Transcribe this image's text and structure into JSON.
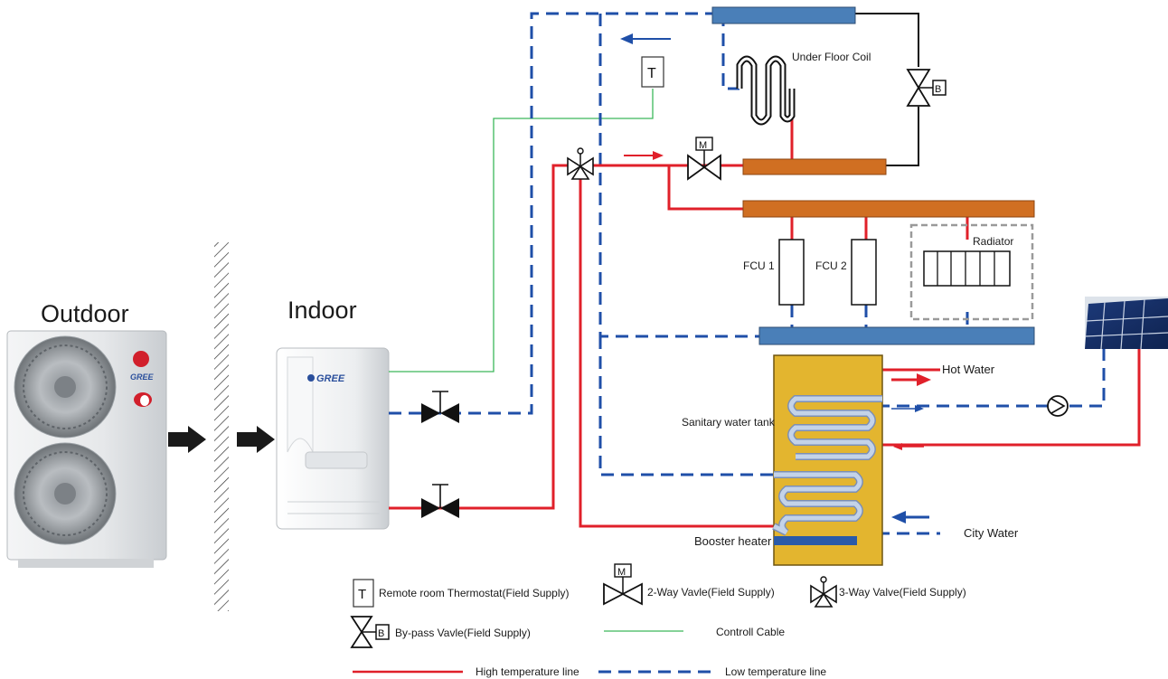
{
  "labels": {
    "outdoor": "Outdoor",
    "indoor": "Indoor",
    "under_floor_coil": "Under Floor Coil",
    "fcu1": "FCU 1",
    "fcu2": "FCU 2",
    "radiator": "Radiator",
    "hot_water": "Hot  Water",
    "sanitary_tank": "Sanitary water tank",
    "city_water": "City  Water",
    "booster_heater": "Booster heater",
    "thermostat_symbol": "T",
    "valve_2way_symbol": "M",
    "bypass_symbol": "B"
  },
  "brand": {
    "outdoor_logo": "GREE",
    "indoor_logo": "GREE"
  },
  "legend": {
    "thermostat": "Remote room Thermostat(Field Supply)",
    "two_way_valve": "2-Way Vavle(Field Supply)",
    "three_way_valve": "3-Way Valve(Field Supply)",
    "bypass_valve": "By-pass Vavle(Field Supply)",
    "control_cable": "Controll Cable",
    "high_temp_line": "High temperature line",
    "low_temp_line": "Low temperature line"
  },
  "colors": {
    "high_temp": "#e0202a",
    "low_temp": "#1f4fa8",
    "control_cable": "#3cb85a",
    "manifold_orange": "#d06f22",
    "manifold_blue": "#4a7fb8",
    "tank_gold": "#e3b52f",
    "coil": "#a9c1de"
  },
  "icons": {
    "wall": "hatched-wall",
    "arrows": "flow-arrow",
    "pump": "circulation-pump-icon",
    "solar": "solar-panel-icon"
  }
}
